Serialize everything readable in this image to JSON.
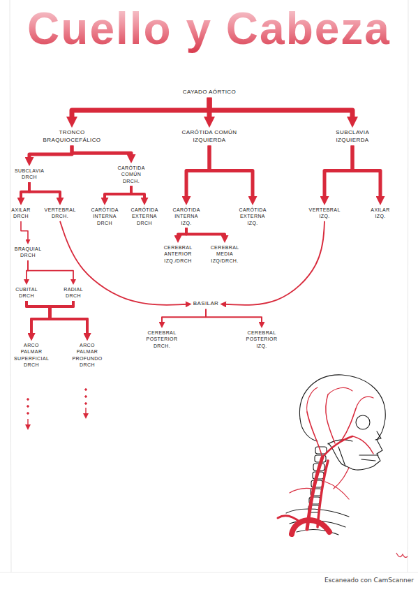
{
  "diagram": {
    "title": "Cuello y Cabeza",
    "nodes": [
      {
        "text": [
          "CAYADO AÓRTICO"
        ]
      },
      {
        "text": [
          "TRONCO BRAQUIOCEFÁLICO"
        ]
      },
      {
        "text": [
          "CARÓTIDA COMÚN IZQUIERDA"
        ]
      },
      {
        "text": [
          "SUBCLAVIA IZQUIERDA"
        ]
      },
      {
        "text": [
          "SUBCLAVIA DRCH"
        ]
      },
      {
        "text": [
          "CARÓTIDA COMÚN DRCH."
        ]
      },
      {
        "text": [
          "AXILAR DRCH"
        ]
      },
      {
        "text": [
          "VERTEBRAL DRCH."
        ]
      },
      {
        "text": [
          "CARÓTIDA INTERNA DRCH"
        ]
      },
      {
        "text": [
          "CARÓTIDA EXTERNA DRCH"
        ]
      },
      {
        "text": [
          "CARÓTIDA INTERNA IZQ."
        ]
      },
      {
        "text": [
          "CARÓTIDA EXTERNA IZQ."
        ]
      },
      {
        "text": [
          "VERTEBRAL IZQ."
        ]
      },
      {
        "text": [
          "AXILAR IZQ."
        ]
      },
      {
        "text": [
          "BRAQUIAL DRCH"
        ]
      },
      {
        "text": [
          "CEREBRAL ANTERIOR IZQ./DRCH"
        ]
      },
      {
        "text": [
          "CEREBRAL MEDIA IZQ/DRCH."
        ]
      },
      {
        "text": [
          "CUBITAL DRCH"
        ]
      },
      {
        "text": [
          "RADIAL DRCH"
        ]
      },
      {
        "text": [
          "BASILAR"
        ]
      },
      {
        "text": [
          "CEREBRAL POSTERIOR DRCH."
        ]
      },
      {
        "text": [
          "CEREBRAL POSTERIOR IZQ."
        ]
      },
      {
        "text": [
          "ARCO PALMAR SUPERFICIAL DRCH"
        ]
      },
      {
        "text": [
          "ARCO PALMAR PROFUNDO DRCH"
        ]
      }
    ],
    "edges": [
      {
        "from": 0,
        "to": 1,
        "arrow": "to"
      },
      {
        "from": 0,
        "to": 2,
        "arrow": "to"
      },
      {
        "from": 0,
        "to": 3,
        "arrow": "to"
      },
      {
        "from": 1,
        "to": 4,
        "arrow": "to"
      },
      {
        "from": 1,
        "to": 5,
        "arrow": "to"
      },
      {
        "from": 4,
        "to": 6,
        "arrow": "to"
      },
      {
        "from": 4,
        "to": 7,
        "arrow": "to"
      },
      {
        "from": 5,
        "to": 8,
        "arrow": "to"
      },
      {
        "from": 5,
        "to": 9,
        "arrow": "to"
      },
      {
        "from": 2,
        "to": 10,
        "arrow": "to"
      },
      {
        "from": 2,
        "to": 11,
        "arrow": "to"
      },
      {
        "from": 3,
        "to": 12,
        "arrow": "to"
      },
      {
        "from": 3,
        "to": 13,
        "arrow": "to"
      },
      {
        "from": 6,
        "to": 14,
        "arrow": "to"
      },
      {
        "from": 10,
        "to": 15,
        "arrow": "to"
      },
      {
        "from": 10,
        "to": 16,
        "arrow": "to"
      },
      {
        "from": 14,
        "to": 17,
        "arrow": "to"
      },
      {
        "from": 14,
        "to": 18,
        "arrow": "to"
      },
      {
        "from": 7,
        "to": 19,
        "arrow": "to"
      },
      {
        "from": 12,
        "to": 19,
        "arrow": "to"
      },
      {
        "from": 19,
        "to": 20,
        "arrow": "to"
      },
      {
        "from": 19,
        "to": 21,
        "arrow": "to"
      },
      {
        "from": 17,
        "to": 22,
        "arrow": "to"
      },
      {
        "from": 17,
        "to": 23,
        "arrow": "to"
      },
      {
        "from": 18,
        "to": 22,
        "arrow": "to"
      },
      {
        "from": 18,
        "to": 23,
        "arrow": "to"
      }
    ],
    "labels": [
      "Escaneado con CamScanner"
    ]
  }
}
